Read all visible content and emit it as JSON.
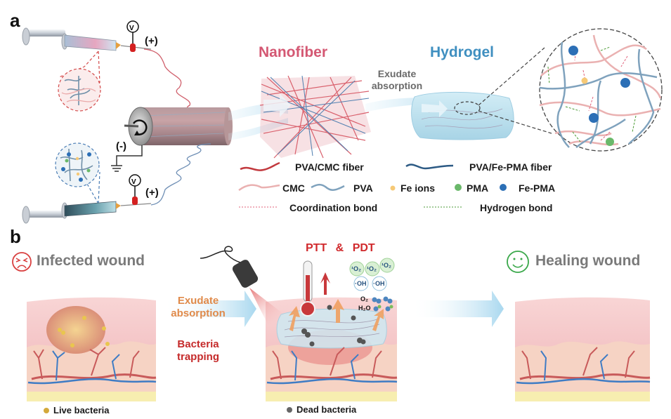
{
  "panel_a": {
    "label": "a",
    "electrode_top": "(+)",
    "electrode_bottom": "(+)",
    "ground": "(-)",
    "voltage_symbol": "V",
    "nanofiber_title": "Nanofiber",
    "hydrogel_title": "Hydrogel",
    "transition_label_line1": "Exudate",
    "transition_label_line2": "absorption",
    "legend": {
      "pva_cmc_fiber": "PVA/CMC fiber",
      "pva_fepma_fiber": "PVA/Fe-PMA fiber",
      "cmc": "CMC",
      "pva": "PVA",
      "fe_ions": "Fe ions",
      "pma": "PMA",
      "fe_pma": "Fe-PMA",
      "coordination_bond": "Coordination bond",
      "hydrogen_bond": "Hydrogen bond"
    },
    "colors": {
      "pink": "#d45873",
      "blue": "#3f8fc0",
      "cmc": "#eaa9aa",
      "pva": "#7fa2bd",
      "fe_ion": "#f6c976",
      "pma": "#6ab86a",
      "fe_pma": "#2c6fb6",
      "coordination": "#e0607a",
      "hydrogen": "#4a9a34"
    }
  },
  "panel_b": {
    "label": "b",
    "infected_title": "Infected wound",
    "healing_title": "Healing wound",
    "step1_line1": "Exudate",
    "step1_line2": "absorption",
    "step2_line1": "Bacteria",
    "step2_line2": "trapping",
    "ptt": "PTT",
    "amp": "&",
    "pdt": "PDT",
    "singlet_oxygen": "¹O₂",
    "hydroxyl": "·OH",
    "o2": "O₂",
    "h2o": "H₂O",
    "live_bacteria": "Live bacteria",
    "dead_bacteria": "Dead bacteria",
    "colors": {
      "sad_face": "#d94040",
      "happy_face": "#3aa84a",
      "orange": "#e08a4a",
      "red": "#c52a2a",
      "arrow": "#a9d8ef"
    }
  }
}
